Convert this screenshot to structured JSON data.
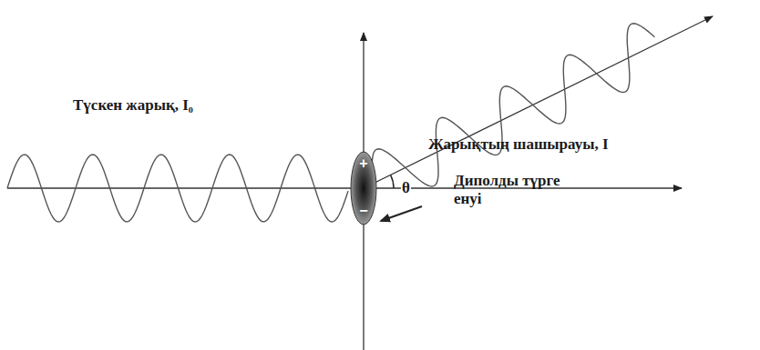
{
  "diagram": {
    "nodes": [
      {
        "text": [
          "+",
          "−"
        ]
      }
    ],
    "labels": [
      "Түскен жарық, I₀",
      "Жарықтың шашырауы, I",
      "Диполды түрге енуі",
      "θ"
    ]
  }
}
